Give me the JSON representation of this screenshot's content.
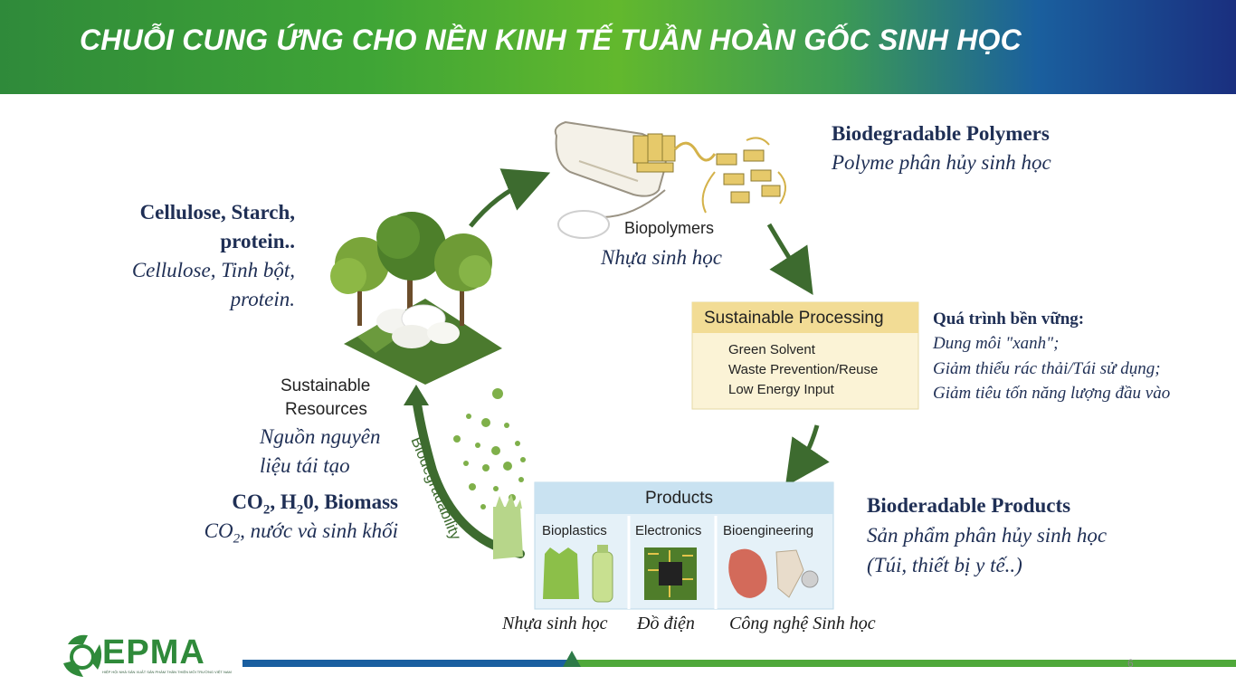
{
  "title": "CHUỖI CUNG ỨNG CHO NỀN KINH TẾ TUẦN HOÀN GỐC SINH HỌC",
  "resources": {
    "en_line1": "Cellulose, Starch,",
    "en_line2": "protein..",
    "vi_line1": "Cellulose, Tinh bột,",
    "vi_line2": "protein.",
    "label_line1": "Sustainable",
    "label_line2": "Resources",
    "vi_label_line1": "Nguồn nguyên",
    "vi_label_line2": "liệu tái tạo"
  },
  "biomass": {
    "co2": "CO",
    "co2_sub": "2",
    "h2o": ", H",
    "h2o_sub": "2",
    "rest": "0, Biomass",
    "vi_co": "CO",
    "vi_sub": "2",
    "vi_rest": ", nước và sinh khối"
  },
  "biodegradability_label": "Biodegradability",
  "polymers": {
    "en": "Biodegradable Polymers",
    "vi": "Polyme phân hủy sinh học",
    "image_label": "Biopolymers",
    "vi_label": "Nhựa sinh học"
  },
  "processing": {
    "title": "Sustainable Processing",
    "items": [
      "Green Solvent",
      "Waste Prevention/Reuse",
      "Low Energy Input"
    ],
    "vi_title": "Quá trình bền vững:",
    "vi_items": [
      "Dung môi \"xanh\";",
      "Giảm thiểu rác thải/Tái sử dụng;",
      "Giảm tiêu tốn năng lượng đầu vào"
    ]
  },
  "products": {
    "title": "Products",
    "columns": [
      "Bioplastics",
      "Electronics",
      "Bioengineering"
    ],
    "en": "Bioderadable Products",
    "vi_line1": "Sản phẩm phân hủy sinh học",
    "vi_line2": "(Túi, thiết bị y tế..)",
    "captions": [
      "Nhựa sinh học",
      "Đồ điện",
      "Công nghệ Sinh học"
    ]
  },
  "logo": {
    "text": "EPMA",
    "tagline": "HIỆP HỘI NHÀ SẢN XUẤT SẢN PHẨM THÂN THIỆN MÔI TRƯỜNG VIỆT NAM"
  },
  "page_number": "6",
  "colors": {
    "header_green": "#3fa536",
    "header_blue": "#1a2f7f",
    "text_navy": "#1f2f55",
    "arrow_green": "#3d6b2f",
    "box_yellow": "#f2dc95",
    "box_blue": "#c9e2f1"
  }
}
